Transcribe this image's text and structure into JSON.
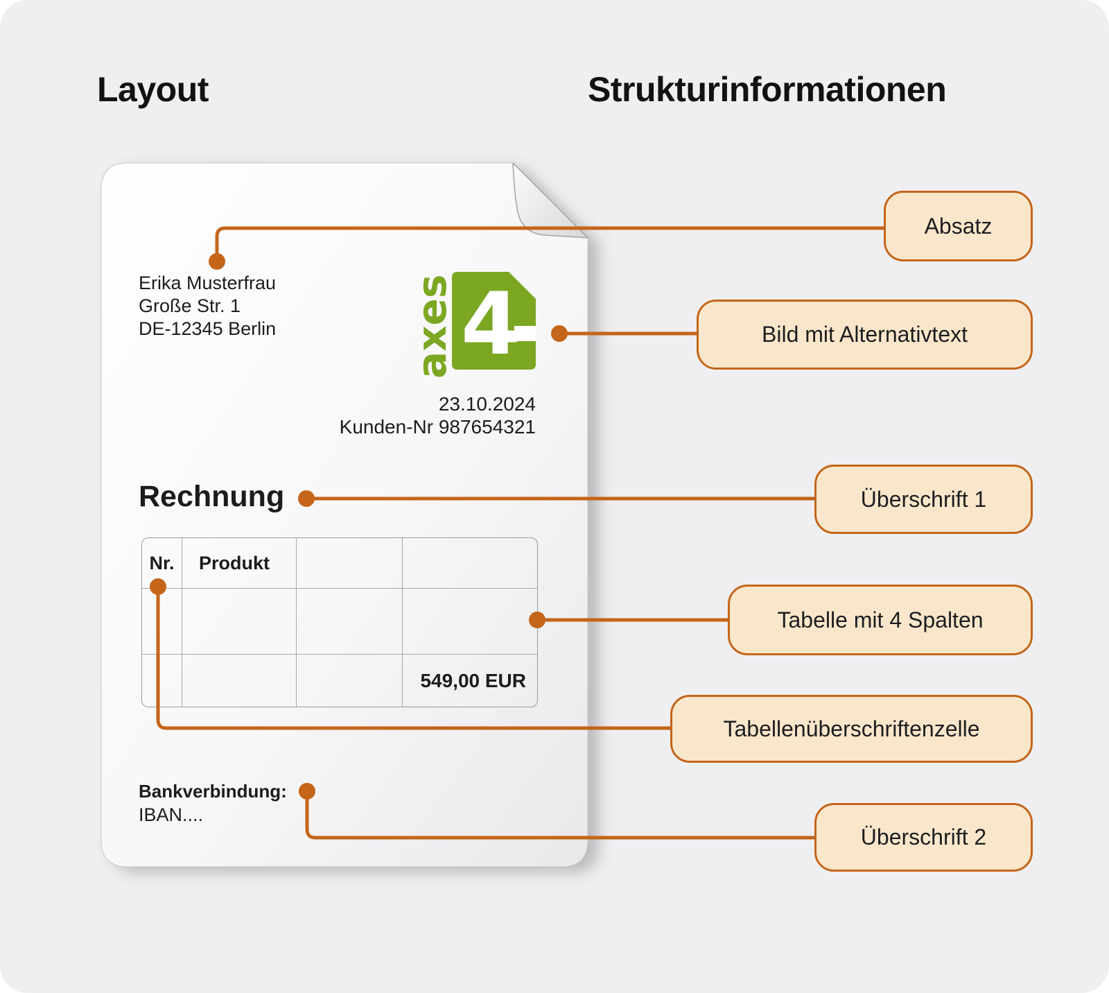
{
  "headings": {
    "left": "Layout",
    "right": "Strukturinformationen"
  },
  "document": {
    "address": {
      "line1": "Erika Musterfrau",
      "line2": "Große Str. 1",
      "line3": "DE-12345 Berlin"
    },
    "logo": {
      "alt": "axes4",
      "word": "axes",
      "number": "4"
    },
    "date": "23.10.2024",
    "customer_no": "Kunden-Nr 987654321",
    "title": "Rechnung",
    "table": {
      "headers": [
        "Nr.",
        "Produkt",
        "",
        ""
      ],
      "rows": [
        [
          "",
          "",
          "",
          ""
        ],
        [
          "",
          "",
          "",
          "549,00 EUR"
        ]
      ]
    },
    "bank_heading": "Bankverbindung:",
    "bank_line": "IBAN...."
  },
  "labels": {
    "absatz": "Absatz",
    "bild": "Bild mit Alternativtext",
    "ueberschrift1": "Überschrift 1",
    "tabelle": "Tabelle mit 4 Spalten",
    "tabellenkopf": "Tabellenüberschriftenzelle",
    "ueberschrift2": "Überschrift 2"
  },
  "colors": {
    "accent": "#c4651a",
    "label_fill": "#fae7cb",
    "logo_green": "#7ca722",
    "background": "#efeff1"
  }
}
